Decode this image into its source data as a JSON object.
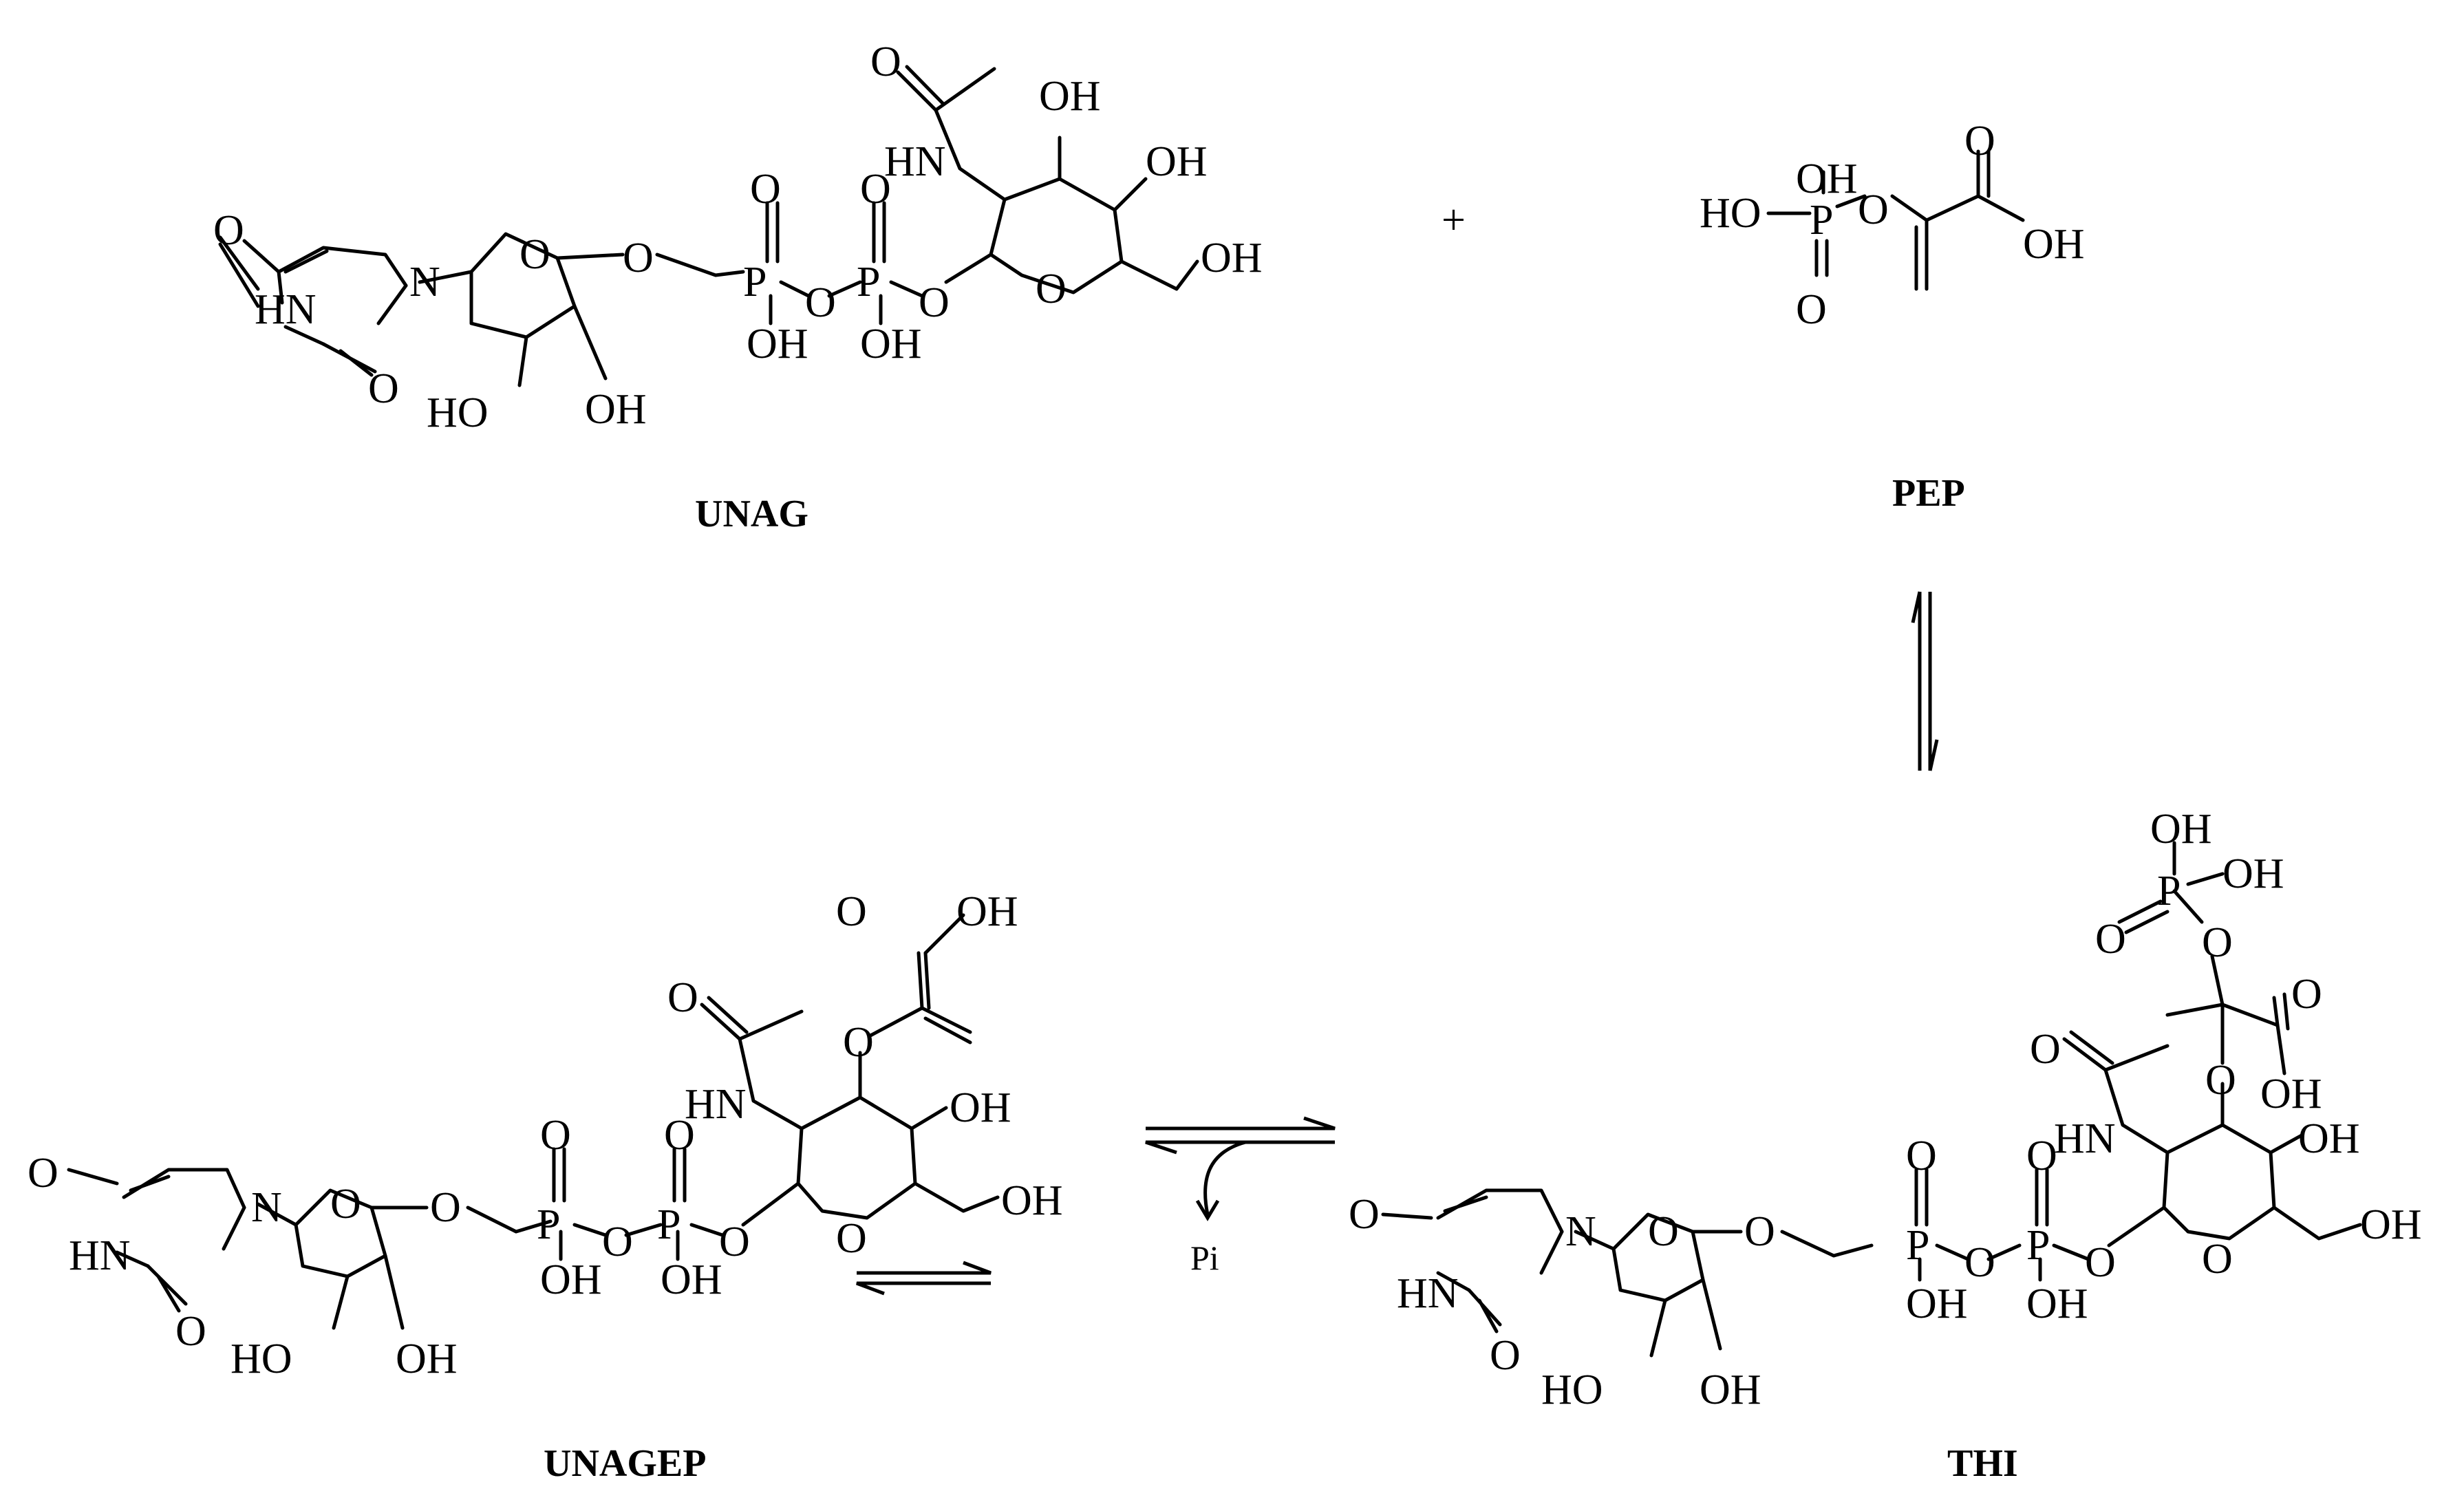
{
  "compounds": {
    "unag": {
      "name": "UNAG"
    },
    "pep": {
      "name": "PEP"
    },
    "unagep": {
      "name": "UNAGEP"
    },
    "thi": {
      "name": "THI"
    }
  },
  "plus_sign": "+",
  "byproduct": "Pi",
  "labels": {
    "O": "O",
    "N": "N",
    "P": "P",
    "HN": "HN",
    "OH": "OH",
    "HO": "HO"
  }
}
